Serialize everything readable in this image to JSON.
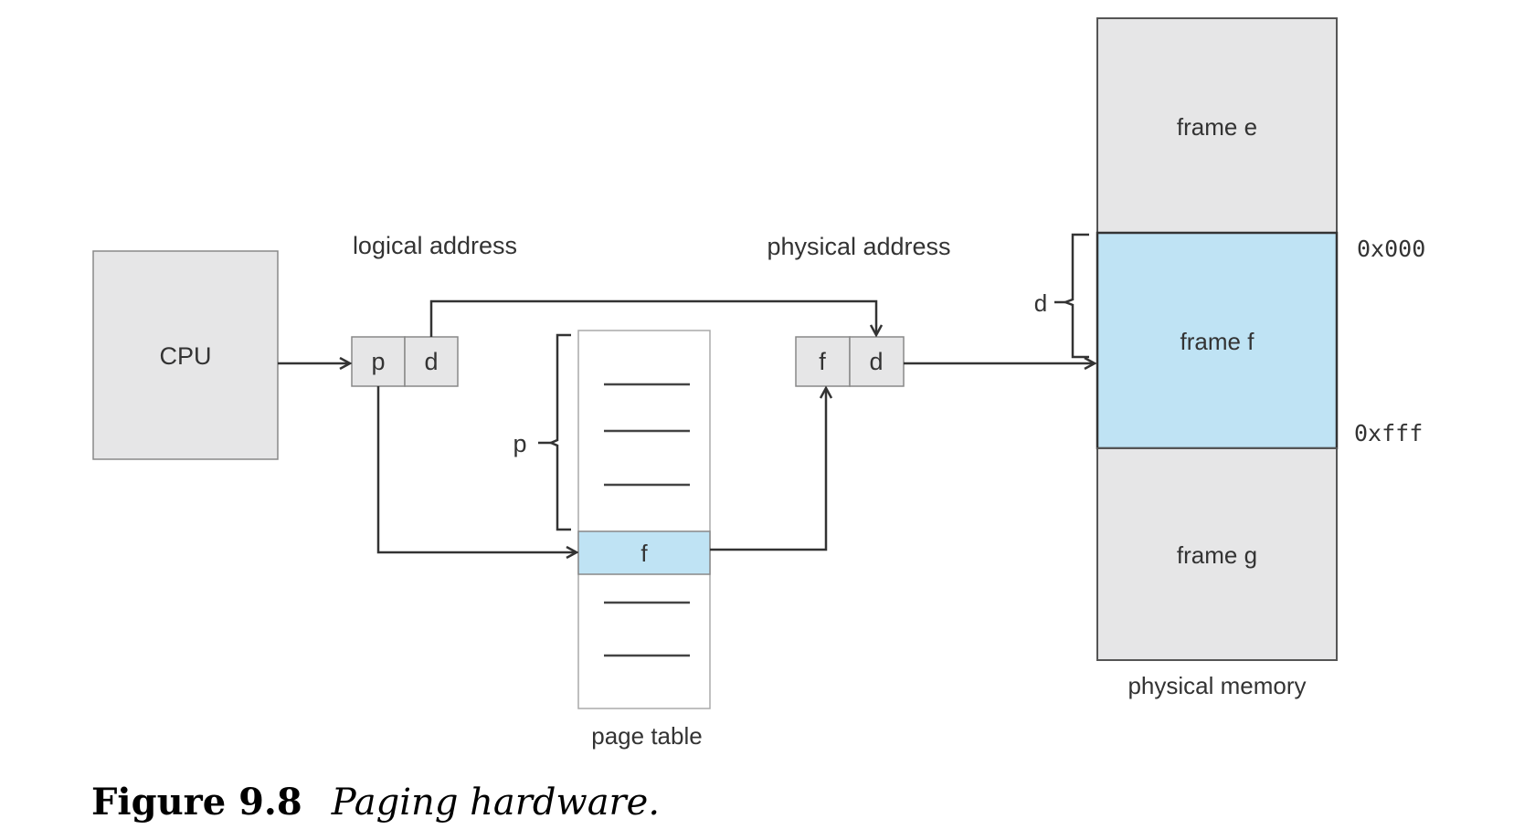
{
  "colors": {
    "box_gray": "#e6e6e7",
    "highlight_blue": "#bfe3f4",
    "line": "#333333",
    "border": "#555555"
  },
  "cpu": {
    "label": "CPU"
  },
  "logical_address": {
    "title": "logical address",
    "p": "p",
    "d": "d"
  },
  "physical_address": {
    "title": "physical address",
    "f": "f",
    "d": "d"
  },
  "page_table": {
    "label": "page table",
    "entry": "f",
    "brace_label": "p"
  },
  "physical_memory": {
    "label": "physical memory",
    "frames": [
      "frame e",
      "frame f",
      "frame g"
    ],
    "start_addr": "0x000",
    "end_addr": "0xfff",
    "brace_label": "d"
  },
  "caption": {
    "number": "Figure 9.8",
    "text": "Paging hardware."
  }
}
